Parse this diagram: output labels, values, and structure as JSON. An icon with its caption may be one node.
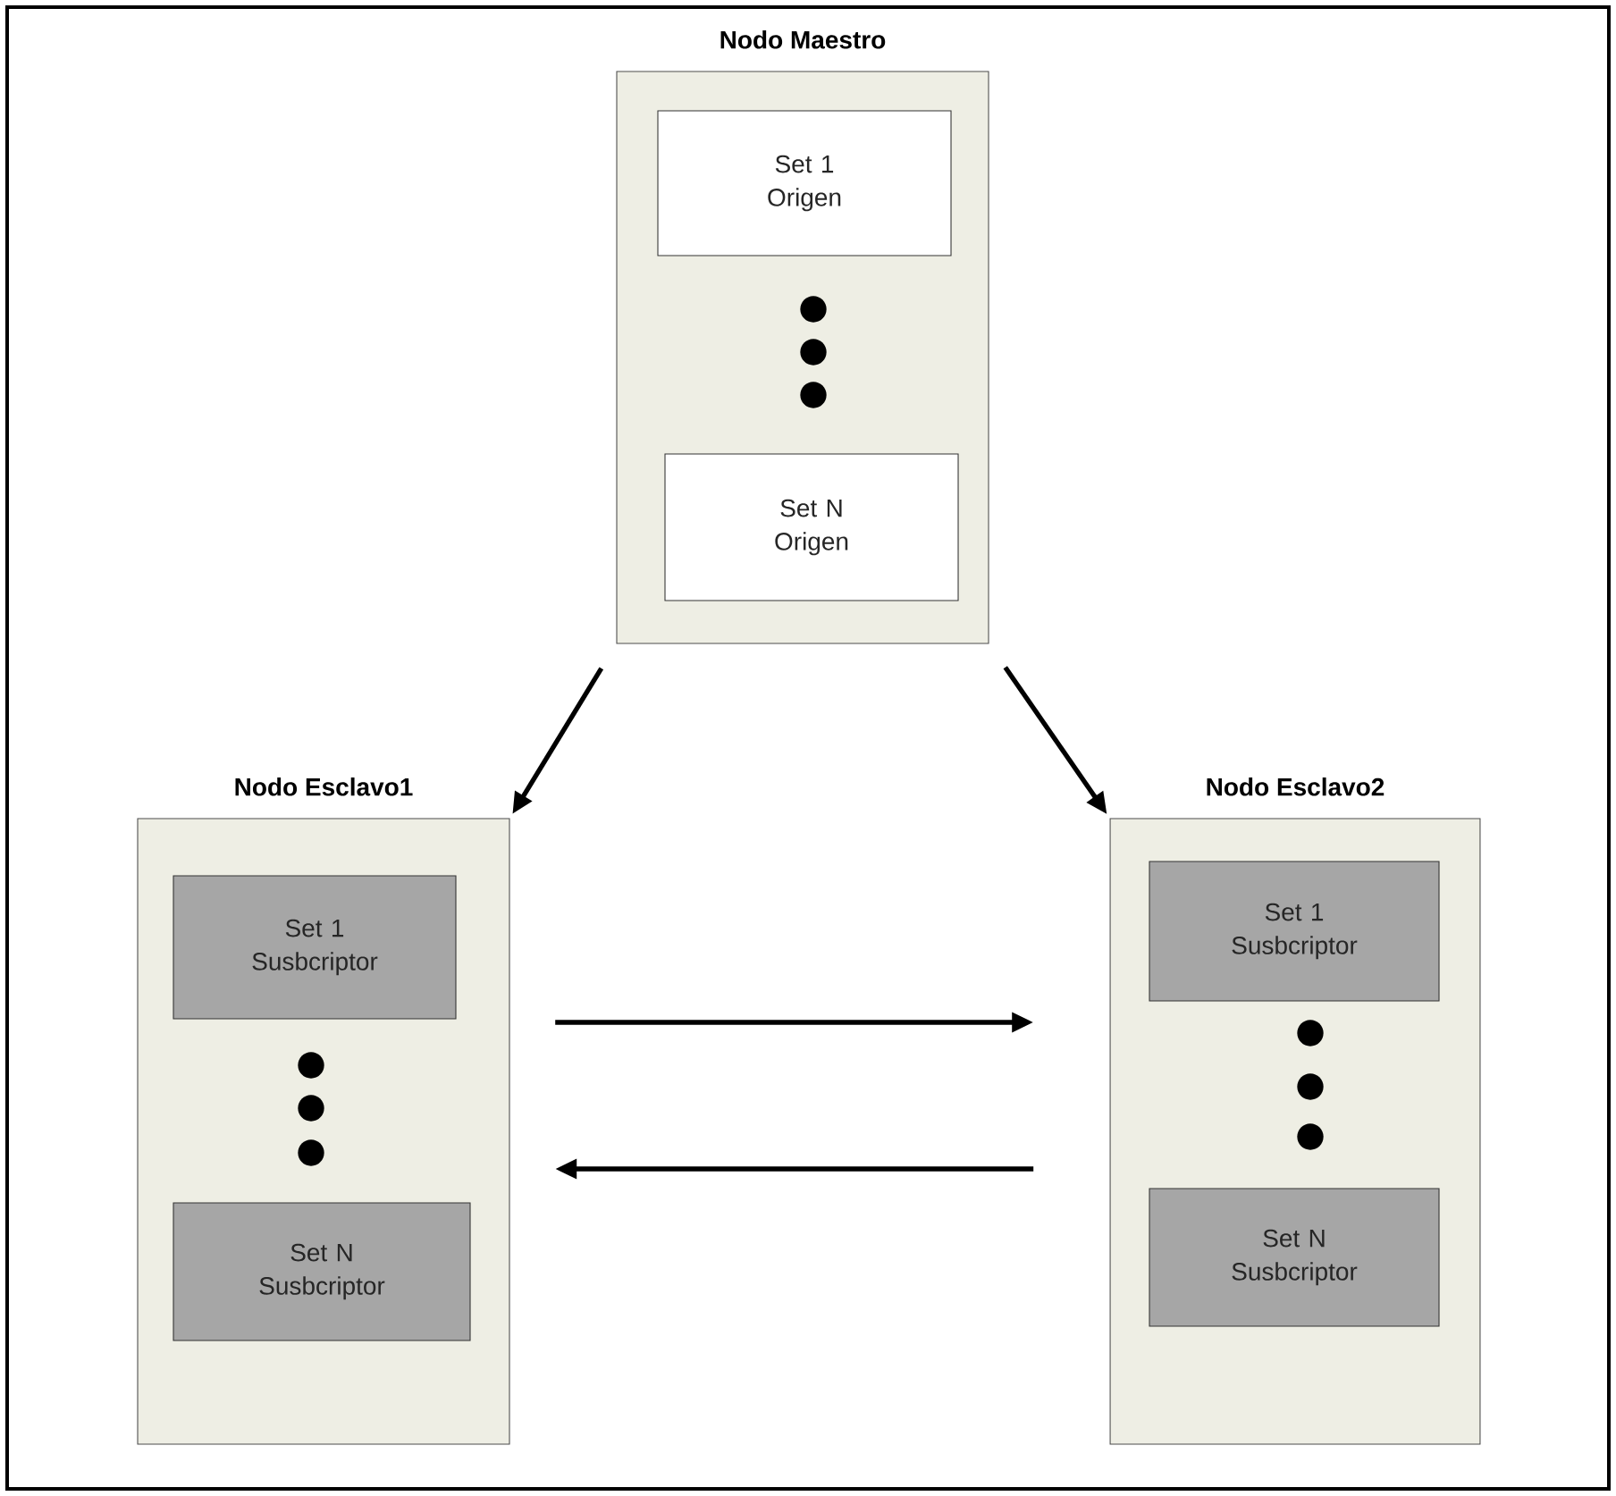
{
  "diagram": {
    "nodes": [
      {
        "text": [
          "Nodo Maestro"
        ]
      },
      {
        "text": [
          "Set 1 Origen"
        ],
        "in": 0
      },
      {
        "text": [
          "Set N Origen"
        ],
        "in": 0
      },
      {
        "text": [
          "Nodo Esclavo1"
        ]
      },
      {
        "text": [
          "Set 1 Susbcriptor"
        ],
        "in": 3
      },
      {
        "text": [
          "Set N Susbcriptor"
        ],
        "in": 3
      },
      {
        "text": [
          "Nodo Esclavo2"
        ]
      },
      {
        "text": [
          "Set 1 Susbcriptor"
        ],
        "in": 6
      },
      {
        "text": [
          "Set N Susbcriptor"
        ],
        "in": 6
      }
    ],
    "edges": [
      {
        "from": 0,
        "to": 3,
        "arrow": "to"
      },
      {
        "from": 0,
        "to": 6,
        "arrow": "to"
      },
      {
        "from": 3,
        "to": 6,
        "arrow": "to"
      },
      {
        "from": 6,
        "to": 3,
        "arrow": "to"
      }
    ]
  }
}
